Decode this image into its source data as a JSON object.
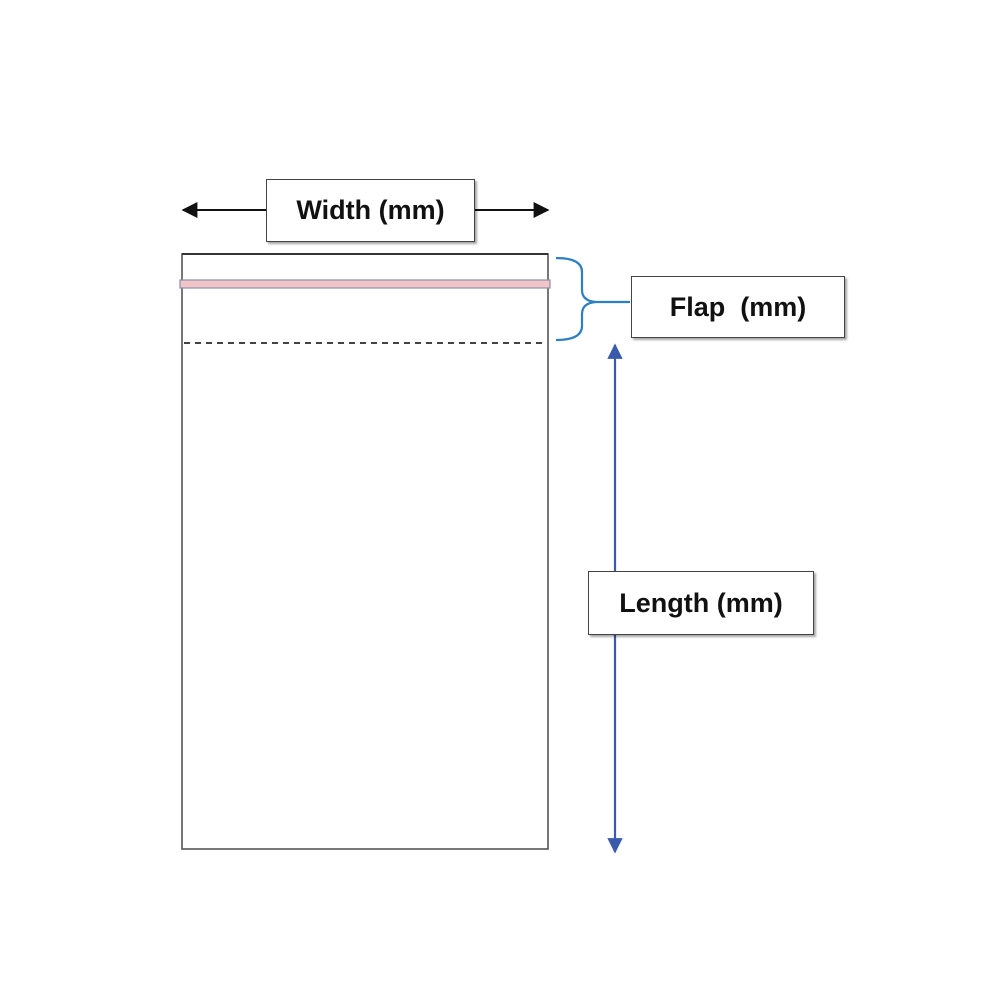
{
  "labels": {
    "width": "Width (mm)",
    "flap": "Flap  (mm)",
    "length": "Length (mm)"
  },
  "colors": {
    "outline": "#555555",
    "seal_strip": "#f2c4c8",
    "arrow_dark": "#111111",
    "arrow_blue": "#3a5bab",
    "brace": "#2e7fc0"
  }
}
